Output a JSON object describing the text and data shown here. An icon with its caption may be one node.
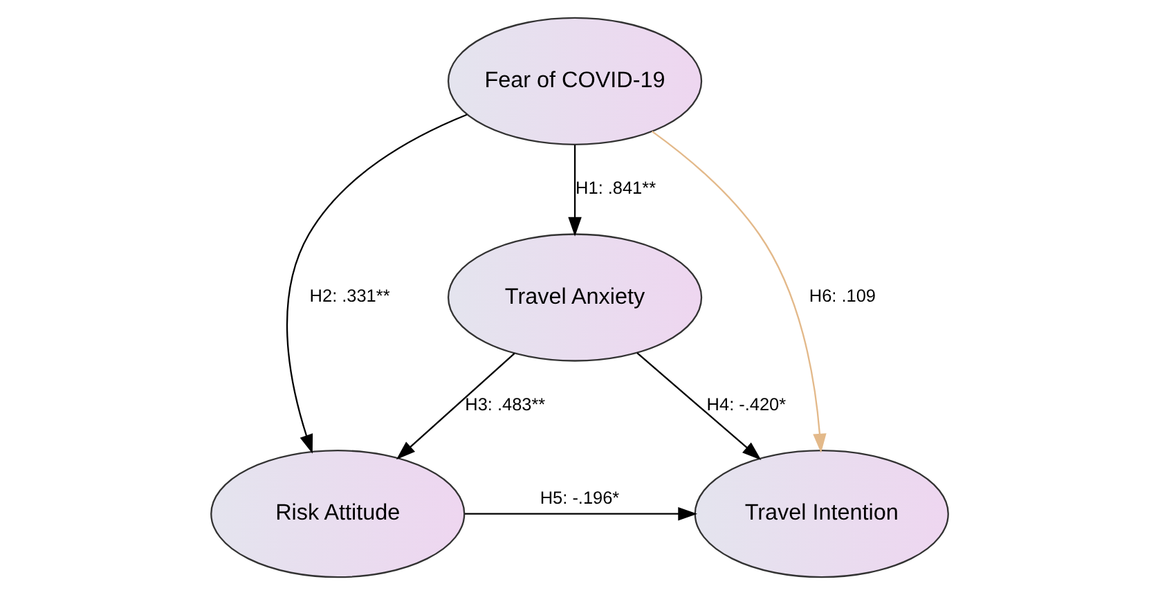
{
  "diagram": {
    "nodes": [
      {
        "text": [
          "Fear of COVID-19"
        ]
      },
      {
        "text": [
          "Risk Attitude"
        ]
      },
      {
        "text": [
          "Travel Intention"
        ]
      },
      {
        "text": [
          "Travel Anxiety"
        ]
      }
    ],
    "edges": [
      {
        "from": 0,
        "to": 3,
        "arrow": "to",
        "label": "H1: .841**"
      },
      {
        "from": 0,
        "to": 1,
        "arrow": "to",
        "label": "H2: .331**"
      },
      {
        "from": 3,
        "to": 1,
        "arrow": "to",
        "label": "H3: .483**"
      },
      {
        "from": 3,
        "to": 2,
        "arrow": "to",
        "label": "H4: -.420*"
      },
      {
        "from": 1,
        "to": 2,
        "arrow": "to",
        "label": "H5: -.196*"
      },
      {
        "from": 0,
        "to": 2,
        "arrow": "to",
        "label": "H6: .109",
        "color": "#e3b98a"
      }
    ]
  }
}
